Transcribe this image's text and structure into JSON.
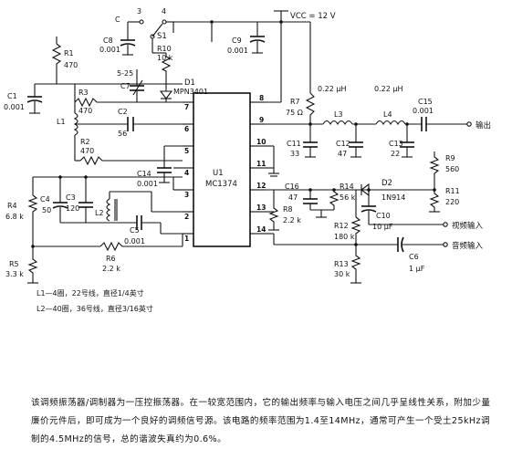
{
  "supply": {
    "vcc": "VCC = 12 V"
  },
  "switch": {
    "name": "S1",
    "pos3": "3",
    "pos4": "4",
    "pos_c": "C"
  },
  "ic": {
    "ref": "U1",
    "part": "MC1374",
    "pins": [
      "1",
      "2",
      "3",
      "4",
      "5",
      "6",
      "7",
      "8",
      "9",
      "10",
      "11",
      "12",
      "13",
      "14"
    ]
  },
  "diodes": {
    "d1_ref": "D1",
    "d1_part": "MPN3401",
    "d2_ref": "D2",
    "d2_part": "1N914"
  },
  "components": {
    "R1": "R1",
    "R1v": "470",
    "R2": "R2",
    "R2v": "470",
    "R3": "R3",
    "R3v": "470",
    "R4": "R4",
    "R4v": "6.8 k",
    "R5": "R5",
    "R5v": "3.3 k",
    "R6": "R6",
    "R6v": "2.2 k",
    "R7": "R7",
    "R7v": "75 Ω",
    "R8": "R8",
    "R8v": "2.2 k",
    "R9": "R9",
    "R9v": "560",
    "R10": "R10",
    "R10v": "10 k",
    "R11": "R11",
    "R11v": "220",
    "R12": "R12",
    "R12v": "180 k",
    "R13": "R13",
    "R13v": "30 k",
    "R14": "R14",
    "R14v": "56 k",
    "C1": "C1",
    "C1v": "0.001",
    "C2": "C2",
    "C2v": "56",
    "C3": "C3",
    "C3v": "120",
    "C4": "C4",
    "C4v": "50",
    "C5": "C5",
    "C5v": "0.001",
    "C6": "C6",
    "C6v": "1 μF",
    "C7": "C7",
    "C7v": "5-25",
    "C8": "C8",
    "C8v": "0.001",
    "C9": "C9",
    "C9v": "0.001",
    "C10": "C10",
    "C10v": "10 μF",
    "C11": "C11",
    "C11v": "33",
    "C12": "C12",
    "C12v": "47",
    "C13": "C13",
    "C13v": "22",
    "C14": "C14",
    "C14v": "0.001",
    "C15": "C15",
    "C15v": "0.001",
    "C16": "C16",
    "C16v": "47",
    "L1": "L1",
    "L2": "L2",
    "L3": "L3",
    "L3v": "0.22 μH",
    "L4": "L4",
    "L4v": "0.22 μH"
  },
  "io": {
    "output": "输出",
    "video_in": "视频输入",
    "audio_in": "音频输入"
  },
  "notes": {
    "line1": "L1—4圈，22号线，直径1/4英寸",
    "line2": "L2—40圈，36号线，直径3/16英寸"
  },
  "caption": "该调频振荡器/调制器为一压控振荡器。在一较宽范围内，它的输出频率与输入电压之间几乎呈线性关系，附加少量廉价元件后，即可成为一个良好的调频信号源。该电路的频率范围为1.4至14MHz，通常可产生一个受土25kHz调制的4.5MHz的信号，总的谐波失真约为0.6%。"
}
